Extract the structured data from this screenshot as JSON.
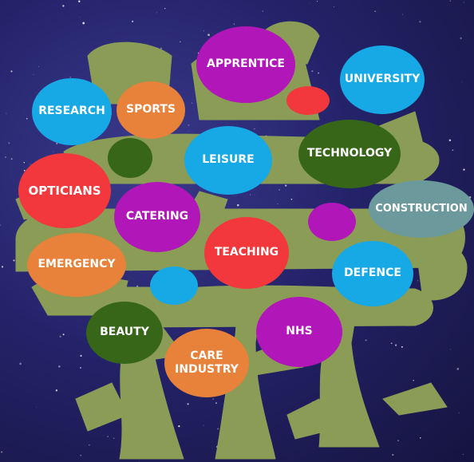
{
  "colors": {
    "background": "#22216a",
    "tree": "#8a9c56",
    "purple": "#b016b8",
    "blue": "#16a9e6",
    "orange": "#e8813a",
    "red": "#f2383c",
    "green": "#376618",
    "teal": "#6c9a9c"
  },
  "bubbles": [
    {
      "id": "apprentice",
      "label": "APPRENTICE",
      "color": "purple"
    },
    {
      "id": "university",
      "label": "UNIVERSITY",
      "color": "blue"
    },
    {
      "id": "research",
      "label": "RESEARCH",
      "color": "blue"
    },
    {
      "id": "sports",
      "label": "SPORTS",
      "color": "orange"
    },
    {
      "id": "leisure",
      "label": "LEISURE",
      "color": "blue"
    },
    {
      "id": "technology",
      "label": "TECHNOLOGY",
      "color": "green"
    },
    {
      "id": "opticians",
      "label": "OPTICIANS",
      "color": "red"
    },
    {
      "id": "catering",
      "label": "CATERING",
      "color": "purple"
    },
    {
      "id": "construction",
      "label": "CONSTRUCTION",
      "color": "teal"
    },
    {
      "id": "emergency",
      "label": "EMERGENCY",
      "color": "orange"
    },
    {
      "id": "teaching",
      "label": "TEACHING",
      "color": "red"
    },
    {
      "id": "defence",
      "label": "DEFENCE",
      "color": "blue"
    },
    {
      "id": "beauty",
      "label": "BEAUTY",
      "color": "green"
    },
    {
      "id": "nhs",
      "label": "NHS",
      "color": "purple"
    },
    {
      "id": "care-industry",
      "label": "CARE\nINDUSTRY",
      "color": "orange"
    },
    {
      "id": "blank-red",
      "label": "",
      "color": "red"
    },
    {
      "id": "blank-green",
      "label": "",
      "color": "green"
    },
    {
      "id": "blank-purple",
      "label": "",
      "color": "purple"
    },
    {
      "id": "blank-blue",
      "label": "",
      "color": "blue"
    }
  ]
}
